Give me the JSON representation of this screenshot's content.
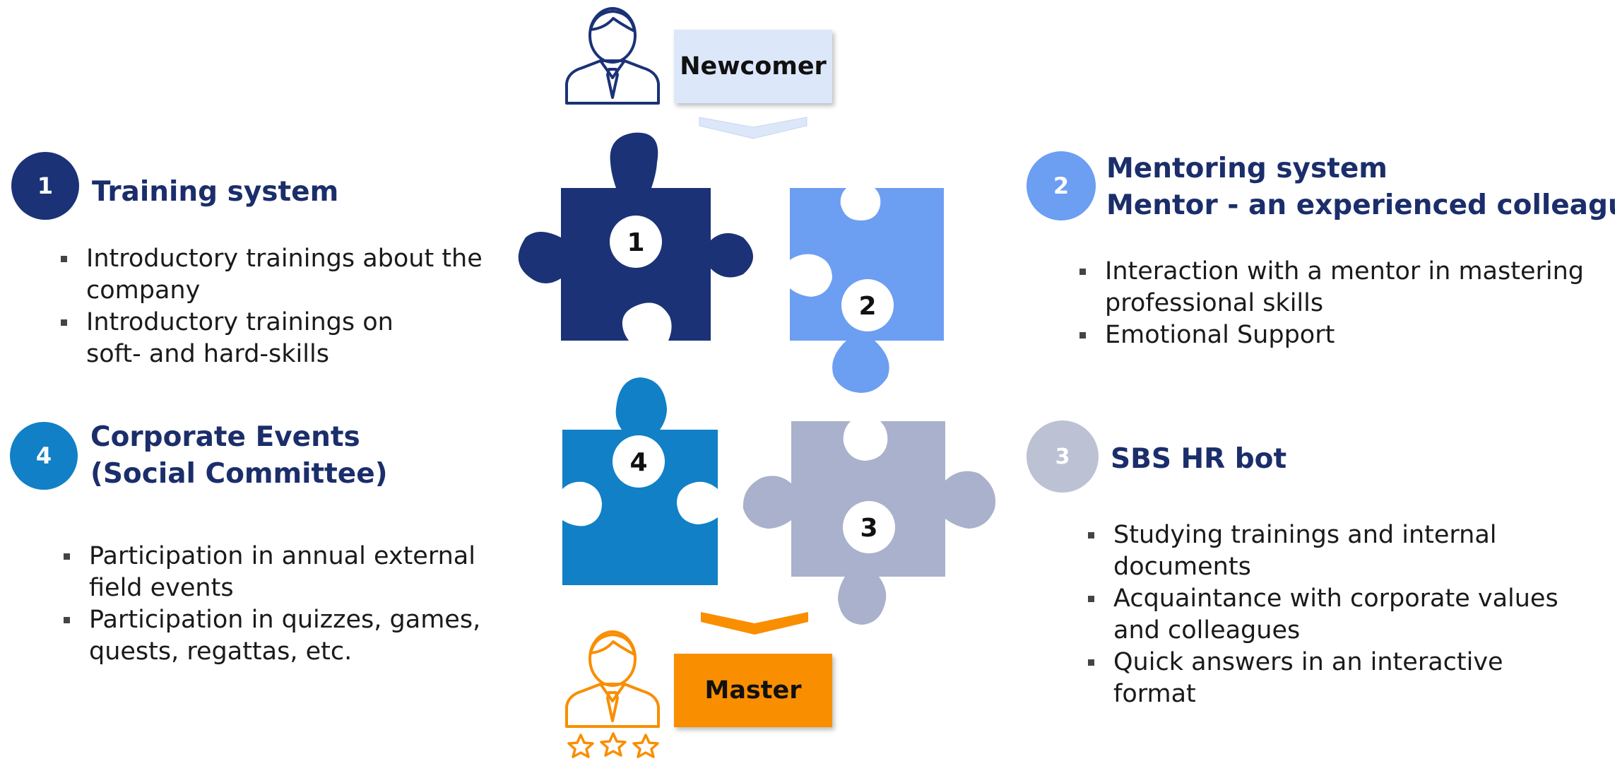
{
  "roles": {
    "newcomer": "Newcomer",
    "master": "Master"
  },
  "pieces": {
    "p1": "1",
    "p2": "2",
    "p3": "3",
    "p4": "4"
  },
  "sections": {
    "training": {
      "number": "1",
      "title": "Training system",
      "items": [
        "Introductory trainings about the company",
        "Introductory trainings on soft- and hard-skills"
      ]
    },
    "mentoring": {
      "number": "2",
      "title_line1": "Mentoring system",
      "title_line2": "Mentor - an experienced colleague",
      "items": [
        "Interaction with a mentor in mastering professional skills",
        "Emotional Support"
      ]
    },
    "hrbot": {
      "number": "3",
      "title": "SBS HR bot",
      "items": [
        "Studying trainings and internal documents",
        "Acquaintance with corporate values and colleagues",
        "Quick answers in an interactive format"
      ]
    },
    "events": {
      "number": "4",
      "title_line1": "Corporate Events",
      "title_line2": "(Social Committee)",
      "items": [
        "Participation in annual external field events",
        "Participation in quizzes, games, quests, regattas, etc."
      ]
    }
  },
  "colors": {
    "navy": "#1B3277",
    "light_blue": "#6C9EF2",
    "mid_blue": "#1180C6",
    "grey_blue": "#A9B1CC",
    "orange": "#F98E00",
    "newcomer_box": "#DCE7FA",
    "title_text": "#1B2E6B"
  }
}
